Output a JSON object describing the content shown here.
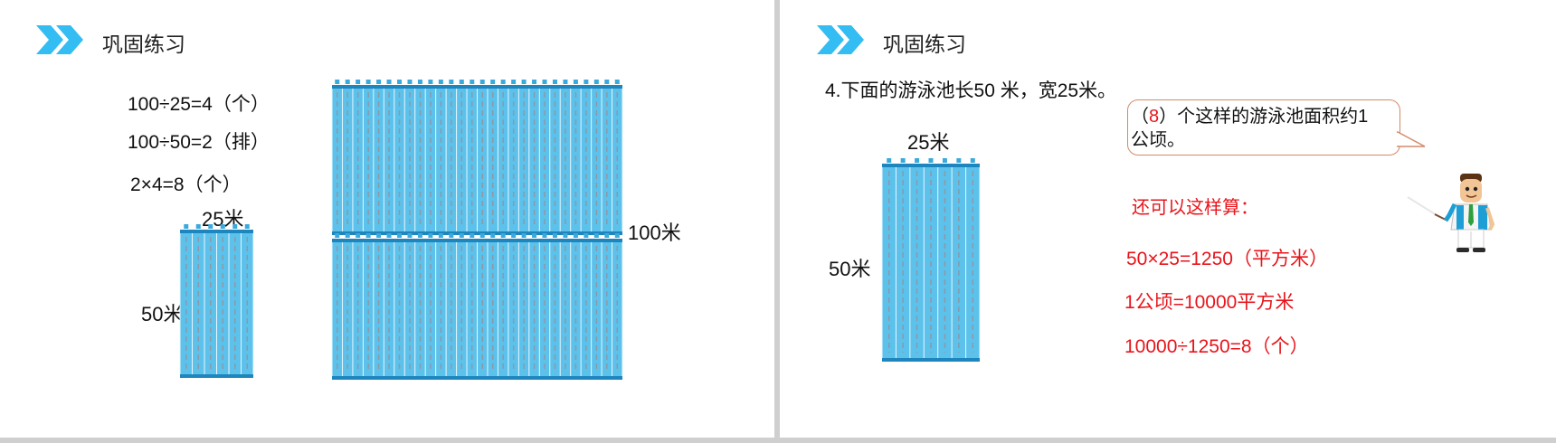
{
  "left_slide": {
    "title": "巩固练习",
    "equations": [
      "100÷25=4（个）",
      "100÷50=2（排）",
      "2×4=8（个）"
    ],
    "small_pool": {
      "width_label": "25米",
      "length_label": "50米"
    },
    "big_pool": {
      "length_label": "100米"
    }
  },
  "right_slide": {
    "title": "巩固练习",
    "question": "4.下面的游泳池长50 米，宽25米。",
    "pool": {
      "width_label": "25米",
      "length_label": "50米"
    },
    "bubble": {
      "open": "（",
      "answer": "8",
      "rest": "）个这样的游泳池面积约1",
      "line2": "公顷。"
    },
    "hint": "还可以这样算：",
    "calculations": [
      "50×25=1250（平方米）",
      "1公顷=10000平方米",
      "10000÷1250=8（个）"
    ]
  },
  "colors": {
    "accent": "#33bdf2",
    "pool_water": "#5cc2ec",
    "pool_edge": "#1f86bd",
    "red": "#e8141b"
  }
}
